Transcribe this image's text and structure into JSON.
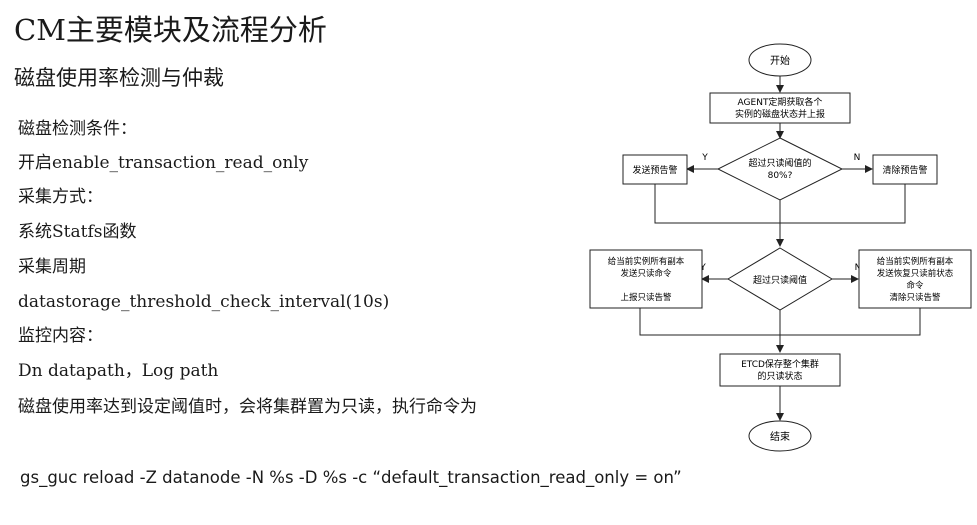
{
  "slide": {
    "title": "CM主要模块及流程分析",
    "subtitle": "磁盘使用率检测与仲裁",
    "lines": [
      "磁盘检测条件：",
      "开启enable_transaction_read_only",
      "采集方式：",
      "系统Statfs函数",
      "采集周期",
      "datastorage_threshold_check_interval(10s)",
      "监控内容：",
      "Dn datapath，Log path",
      "磁盘使用率达到设定阈值时，会将集群置为只读，执行命令为"
    ],
    "command": "gs_guc reload -Z datanode -N %s -D %s -c “default_transaction_read_only = on”"
  },
  "flowchart": {
    "start": "开始",
    "agent": [
      "AGENT定期获取各个",
      "实例的磁盘状态并上报"
    ],
    "decision1": [
      "超过只读阈值的",
      "80%?"
    ],
    "warn": "发送预告警",
    "clear_warn": "清除预告警",
    "decision2": "超过只读阈值",
    "yes_label": "Y",
    "no_label": "N",
    "left_action": [
      "给当前实例所有副本",
      "发送只读命令",
      "",
      "上报只读告警"
    ],
    "right_action": [
      "给当前实例所有副本",
      "发送恢复只读前状态",
      "命令",
      "清除只读告警"
    ],
    "etcd": [
      "ETCD保存整个集群",
      "的只读状态"
    ],
    "end": "结束"
  }
}
